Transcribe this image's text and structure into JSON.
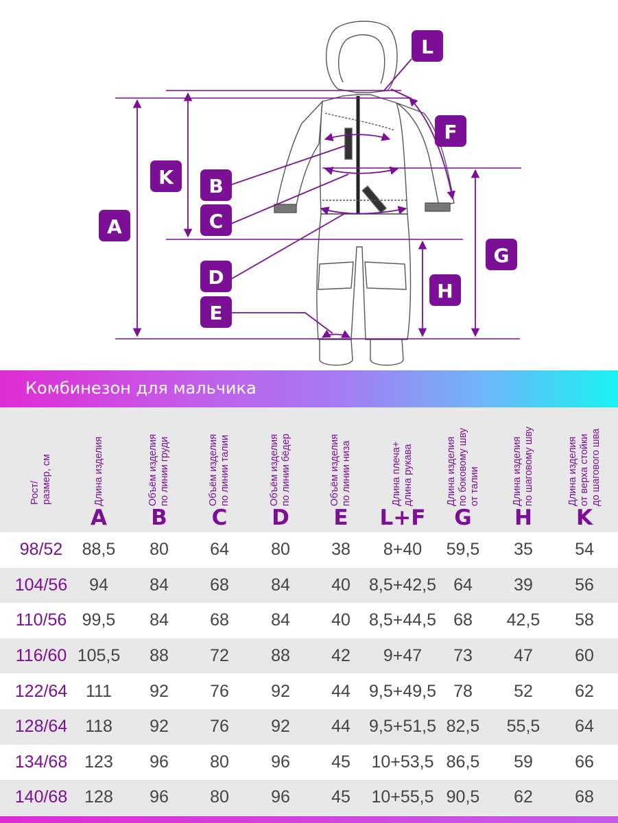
{
  "diagram": {
    "badges": [
      "A",
      "B",
      "C",
      "D",
      "E",
      "F",
      "G",
      "H",
      "K",
      "L"
    ],
    "accent_color": "#7b0f95"
  },
  "title": "Комбинезон для мальчика",
  "columns": [
    {
      "lines": [
        "Рост/",
        "размер, см"
      ],
      "letter": ""
    },
    {
      "lines": [
        "Длина изделия"
      ],
      "letter": "A"
    },
    {
      "lines": [
        "Объём изделия",
        "по линии груди"
      ],
      "letter": "B"
    },
    {
      "lines": [
        "Объём изделия",
        "по линии талии"
      ],
      "letter": "C"
    },
    {
      "lines": [
        "Объём изделия",
        "по линии бёдер"
      ],
      "letter": "D"
    },
    {
      "lines": [
        "Объём изделия",
        "по линии низа"
      ],
      "letter": "E"
    },
    {
      "lines": [
        "Длина плеча+",
        "длина рукава"
      ],
      "letter": "L+F"
    },
    {
      "lines": [
        "Длина изделия",
        "по боковому шву",
        "от талии"
      ],
      "letter": "G"
    },
    {
      "lines": [
        "Длина  изделия",
        "по шаговому шву"
      ],
      "letter": "H"
    },
    {
      "lines": [
        "Длина  изделия",
        "от верха стойки",
        "до шагового шва"
      ],
      "letter": "K"
    }
  ],
  "rows": [
    [
      "98/52",
      "88,5",
      "80",
      "64",
      "80",
      "38",
      "8+40",
      "59,5",
      "35",
      "54"
    ],
    [
      "104/56",
      "94",
      "84",
      "68",
      "84",
      "40",
      "8,5+42,5",
      "64",
      "39",
      "56"
    ],
    [
      "110/56",
      "99,5",
      "84",
      "68",
      "84",
      "40",
      "8,5+44,5",
      "68",
      "42,5",
      "58"
    ],
    [
      "116/60",
      "105,5",
      "88",
      "72",
      "88",
      "42",
      "9+47",
      "73",
      "47",
      "60"
    ],
    [
      "122/64",
      "111",
      "92",
      "76",
      "92",
      "44",
      "9,5+49,5",
      "78",
      "52",
      "62"
    ],
    [
      "128/64",
      "118",
      "92",
      "76",
      "92",
      "44",
      "9,5+51,5",
      "82,5",
      "55,5",
      "64"
    ],
    [
      "134/68",
      "123",
      "96",
      "80",
      "96",
      "45",
      "10+53,5",
      "86,5",
      "59",
      "66"
    ],
    [
      "140/68",
      "128",
      "96",
      "80",
      "96",
      "45",
      "10+55,5",
      "90,5",
      "62",
      "68"
    ]
  ]
}
